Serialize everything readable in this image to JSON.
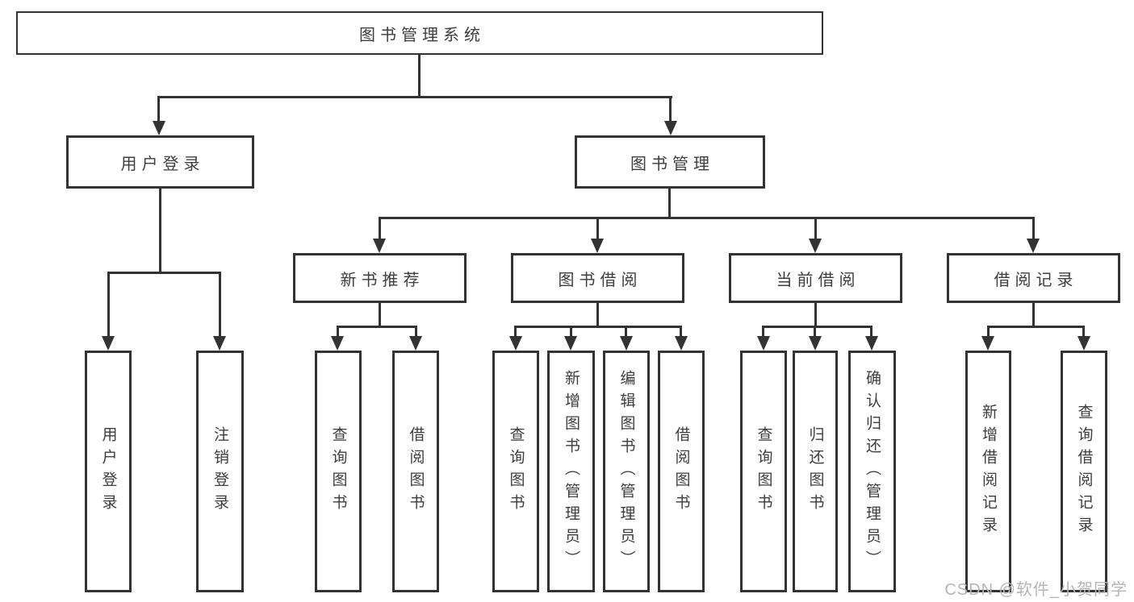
{
  "diagram": {
    "root": {
      "label": "图书管理系统"
    },
    "level2": [
      {
        "label": "用户登录"
      },
      {
        "label": "图书管理"
      }
    ],
    "level3": [
      {
        "label": "新书推荐"
      },
      {
        "label": "图书借阅"
      },
      {
        "label": "当前借阅"
      },
      {
        "label": "借阅记录"
      }
    ],
    "leaves": {
      "user_login": [
        "用户登录",
        "注销登录"
      ],
      "new_book_recommend": [
        "查询图书",
        "借阅图书"
      ],
      "book_borrow": [
        "查询图书",
        "新增图书（管理员）",
        "编辑图书（管理员）",
        "借阅图书"
      ],
      "current_borrow": [
        "查询图书",
        "归还图书",
        "确认归还（管理员）"
      ],
      "borrow_records": [
        "新增借阅记录",
        "查询借阅记录"
      ]
    },
    "watermark": "CSDN @软件_小贺同学",
    "colors": {
      "line": "#333333",
      "text": "#3d3d3d",
      "watermark": "#b5b5b5",
      "background": "#ffffff"
    }
  }
}
